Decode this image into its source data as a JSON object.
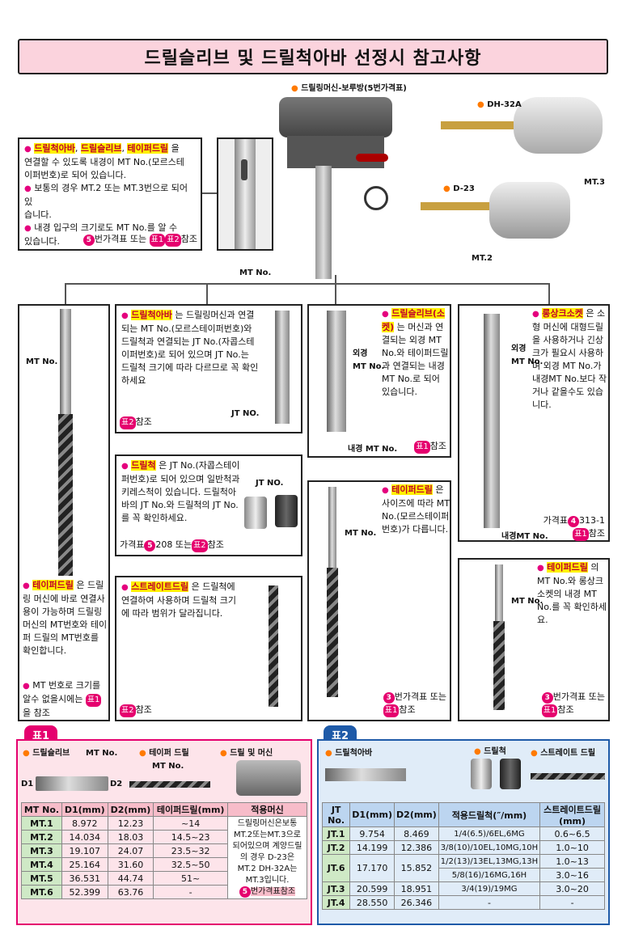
{
  "title": "드릴슬리브 및 드릴척아바 선정시 참고사항",
  "photos": {
    "drill_press": "드릴링머신-보루방(5번가격표)",
    "dh32a": "DH-32A",
    "d23": "D-23",
    "mt3": "MT.3",
    "mt2": "MT.2",
    "mt_no": "MT No."
  },
  "top_box": {
    "hl1": "드릴척아바",
    "hl2": "드릴슬리브",
    "hl3": "테이퍼드릴",
    "line1_end": "을",
    "line2": "연결할 수 있도록 내경이 MT No.(모르스테",
    "line3": "이퍼번호)로 되어 있습니다.",
    "bullet2": "보통의 경우 MT.2 또는 MT.3번으로 되어 있",
    "bullet2b": "습니다.",
    "bullet3": "내경 입구의 크기로도 MT No.를 알 수",
    "bullet3b": "있습니다.",
    "ref": "번가격표 또는",
    "ref_num": "5",
    "ref_t1": "표1",
    "ref_t2": "표2",
    "ref_end": "참조"
  },
  "box_taper_left": {
    "mt_label": "MT No.",
    "hl": "테이퍼드릴",
    "text": "은 드릴링 머신에 바로 연결사용이 가능하며 드릴링머신의 MT번호와 테이퍼 드릴의 MT번호를 확인합니다.",
    "bullet": "MT 번호로 크기를 알수 없을시에는",
    "ref_t": "표1",
    "ref_end": "을 참조"
  },
  "box_arbor": {
    "hl": "드릴척아바",
    "text": "는 드릴링머신과 연결되는 MT No.(모르스테이퍼번호)와 드릴척과 연결되는 JT No.(자콥스테이퍼번호)로 되어 있으며 JT No.는 드릴척 크기에 따라 다르므로 꼭 확인하세요",
    "jt": "JT NO.",
    "ref_t": "표2",
    "ref_end": "참조"
  },
  "box_chuck": {
    "hl": "드릴척",
    "text": "은 JT No.(자콥스테이퍼번호)로 되어 있으며 일반척과 키레스척이 있습니다. 드릴척아바의 JT No.와 드릴척의 JT No.를 꼭 확인하세요.",
    "jt": "JT NO.",
    "ref": "가격표",
    "ref_num": "5",
    "ref_page": "208 또는",
    "ref_t": "표2",
    "ref_end": "참조"
  },
  "box_straight": {
    "hl": "스트레이트드릴",
    "text": "은 드릴척에 연결하여 사용하며 드릴척 크기에 따라 범위가 달라집니다.",
    "ref_t": "표2",
    "ref_end": "참조"
  },
  "box_sleeve": {
    "hl": "드릴슬리브(소켓)",
    "text": "는 머신과 연결되는 외경 MT No.와 테이퍼드릴과 연결되는 내경 MT No.로 되어 있습니다.",
    "outer": "외경",
    "outer2": "MT No.",
    "inner": "내경 MT No.",
    "ref_t": "표1",
    "ref_end": "참조"
  },
  "box_taper_mid": {
    "hl": "테이퍼드릴",
    "text": "은 사이즈에 따라 MT No.(모르스테이퍼번호)가 다릅니다.",
    "mt": "MT No.",
    "ref": "번가격표 또는",
    "ref_num": "3",
    "ref_t": "표1",
    "ref_end": "참조"
  },
  "box_long": {
    "hl": "롱상크소켓",
    "text": "은 소형 머신에 대형드릴을 사용하거나 긴상크가 필요시 사용하며 외경 MT No.가 내경MT No.보다 작거나 같을수도 있습니다.",
    "outer": "외경",
    "outer2": "MT No.",
    "inner": "내경MT No.",
    "ref": "가격표",
    "ref_num": "4",
    "ref_page": "313-1",
    "ref_t": "표1",
    "ref_end": "참조"
  },
  "box_taper_right": {
    "hl": "테이퍼드릴",
    "text": "의 MT No.와 롱상크 소켓의 내경 MT No.를 꼭 확인하세요.",
    "mt": "MT No.",
    "ref": "번가격표 또는",
    "ref_num": "3",
    "ref_t": "표1",
    "ref_end": "참조"
  },
  "table1": {
    "tag": "표1",
    "img_sleeve": "드릴슬리브",
    "img_taper": "테이퍼 드릴",
    "img_machine": "드릴 및 머신",
    "mt_no": "MT No.",
    "d1": "D1",
    "d2": "D2",
    "headers": [
      "MT No.",
      "D1(mm)",
      "D2(mm)",
      "테이퍼드릴(mm)",
      "적용머신"
    ],
    "rows": [
      [
        "MT.1",
        "8.972",
        "12.23",
        "~14"
      ],
      [
        "MT.2",
        "14.034",
        "18.03",
        "14.5~23"
      ],
      [
        "MT.3",
        "19.107",
        "24.07",
        "23.5~32"
      ],
      [
        "MT.4",
        "25.164",
        "31.60",
        "32.5~50"
      ],
      [
        "MT.5",
        "36.531",
        "44.74",
        "51~"
      ],
      [
        "MT.6",
        "52.399",
        "63.76",
        "-"
      ]
    ],
    "machine_note": "드릴링머신은보통 MT.2또는MT.3으로 되어있으며 계양드릴의 경우 D-23은 MT.2 DH-32A는 MT.3입니다.",
    "machine_ref_num": "5",
    "machine_ref": "번가격표참조"
  },
  "table2": {
    "tag": "표2",
    "img_arbor": "드릴척아바",
    "img_chuck": "드릴척",
    "img_straight": "스트레이트 드릴",
    "headers": [
      "JT No.",
      "D1(mm)",
      "D2(mm)",
      "적용드릴척(″/mm)",
      "스트레이트드릴(mm)"
    ],
    "rows": [
      [
        "JT.1",
        "9.754",
        "8.469",
        "1/4(6.5)/6EL,6MG",
        "0.6~6.5"
      ],
      [
        "JT.2",
        "14.199",
        "12.386",
        "3/8(10)/10EL,10MG,10H",
        "1.0~10"
      ],
      [
        "JT.6",
        "17.170",
        "15.852",
        "1/2(13)/13EL,13MG,13H",
        "1.0~13"
      ],
      [
        "",
        "",
        "",
        "5/8(16)/16MG,16H",
        "3.0~16"
      ],
      [
        "JT.3",
        "20.599",
        "18.951",
        "3/4(19)/19MG",
        "3.0~20"
      ],
      [
        "JT.4",
        "28.550",
        "26.346",
        "-",
        "-"
      ]
    ]
  }
}
